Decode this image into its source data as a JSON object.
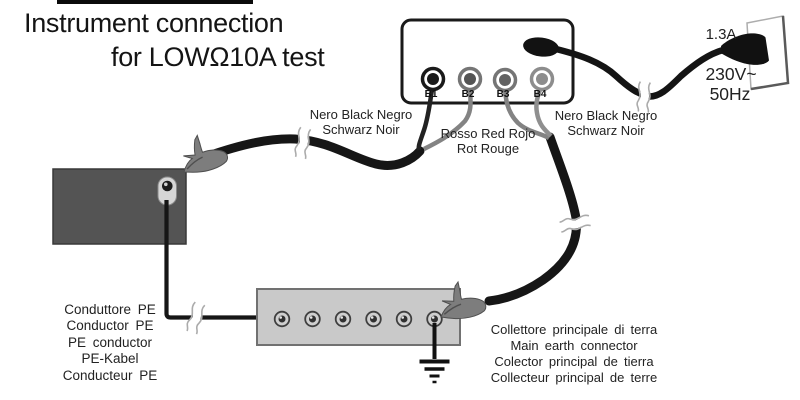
{
  "title": {
    "line1": "Instrument connection",
    "line2": "for LOWΩ10A test"
  },
  "instrument": {
    "terminals": [
      {
        "label": "B1",
        "color": "#1a1a1a"
      },
      {
        "label": "B2",
        "color": "#555555"
      },
      {
        "label": "B3",
        "color": "#626262"
      },
      {
        "label": "B4",
        "color": "#8d8d8d"
      }
    ]
  },
  "power": {
    "current": "1.3A",
    "voltage": "230V~",
    "frequency": "50Hz"
  },
  "cable_labels": {
    "left_black": [
      "Nero Black Negro",
      "Schwarz Noir"
    ],
    "red": [
      "Rosso Red Rojo",
      "Rot Rouge"
    ],
    "right_black": [
      "Nero Black Negro",
      "Schwarz Noir"
    ]
  },
  "pe_conductor_label": [
    "Conduttore PE",
    "Conductor PE",
    "PE conductor",
    "PE-Kabel",
    "Conducteur PE"
  ],
  "earth_connector_label": [
    "Collettore principale di terra",
    "Main earth connector",
    "Colector principal de tierra",
    "Collecteur principal de terre"
  ],
  "icons": {
    "crocodile_clip": "crocodile-clip-icon",
    "cable_break": "cable-break-icon",
    "mains_plug": "mains-plug-icon",
    "earth_ground": "earth-ground-icon"
  },
  "colors": {
    "cable_black": "#161616",
    "red_wire_printed_gray": "#838383",
    "instrument_fill": "#ffffff",
    "dut_box_fill": "#545454",
    "busbar_fill": "#c9c9c9",
    "clip_gray": "#7d7d7d"
  }
}
